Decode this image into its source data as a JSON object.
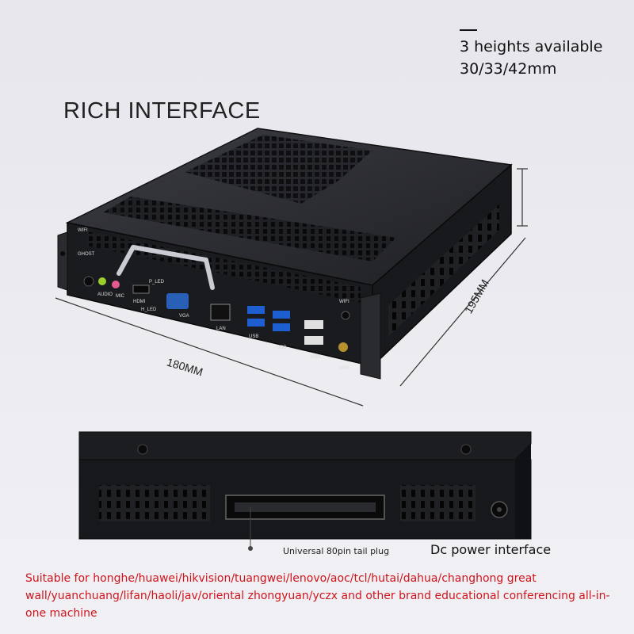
{
  "heights": {
    "line1": "3 heights available",
    "line2": "30/33/42mm"
  },
  "title": "RICH INTERFACE",
  "dimensions": {
    "width": "180MM",
    "depth": "195MM"
  },
  "port_labels": {
    "wifi_top": "WIFI",
    "ghost": "GHOST",
    "audio": "AUDIO",
    "mic": "MIC",
    "hdmi": "HDMI",
    "h_led": "H_LED",
    "p_led": "P_LED",
    "vga": "VGA",
    "lan": "LAN",
    "usb1": "USB",
    "usb2": "USB",
    "usb3": "USB",
    "wifi_right": "WIFI",
    "wifi_antenna": "WIFI"
  },
  "rear": {
    "plug_label": "Universal 80pin tail plug",
    "dc_label": "Dc power interface"
  },
  "compatibility": "Suitable for honghe/huawei/hikvision/tuangwei/lenovo/aoc/tcl/hutai/dahua/changhong great wall/yuanchuang/lifan/haoli/jav/oriental zhongyuan/yczx and other brand educational conferencing all-in-one machine",
  "colors": {
    "body": "#1c1d21",
    "accent_red": "#d0141c",
    "usb_blue": "#1d5fd0",
    "audio_green": "#9bd02c",
    "mic_pink": "#e45a8c",
    "vga_blue": "#2a5fb8"
  }
}
